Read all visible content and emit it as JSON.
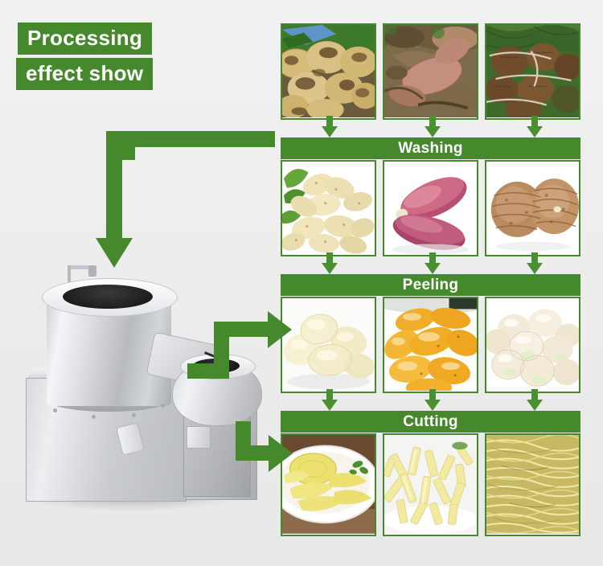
{
  "page": {
    "title_line1": "Processing",
    "title_line2": "effect show",
    "background_color": "#ececec",
    "brand_green": "#46892c"
  },
  "machine": {
    "label": "potato washing peeling cutting machine",
    "alt": "stainless steel potato peeler machine with cylindrical drum"
  },
  "flow": {
    "stages": [
      {
        "id": "raw",
        "label": "",
        "has_label_bar": false,
        "images": [
          {
            "name": "raw-potatoes",
            "caption": "raw potatoes in soil"
          },
          {
            "name": "raw-sweet-potatoes",
            "caption": "raw sweet potatoes in field"
          },
          {
            "name": "raw-taro",
            "caption": "raw taro roots"
          }
        ]
      },
      {
        "id": "washing",
        "label": "Washing",
        "has_label_bar": true,
        "images": [
          {
            "name": "washed-potatoes",
            "caption": "washed potatoes with leaves"
          },
          {
            "name": "washed-sweet-potatoes",
            "caption": "washed purple sweet potatoes"
          },
          {
            "name": "washed-taro",
            "caption": "washed taro"
          }
        ]
      },
      {
        "id": "peeling",
        "label": "Peeling",
        "has_label_bar": true,
        "images": [
          {
            "name": "peeled-potatoes",
            "caption": "peeled white potatoes"
          },
          {
            "name": "peeled-sweet-potatoes",
            "caption": "peeled orange sweet potatoes"
          },
          {
            "name": "peeled-taro",
            "caption": "peeled taro"
          }
        ]
      },
      {
        "id": "cutting",
        "label": "Cutting",
        "has_label_bar": true,
        "images": [
          {
            "name": "potato-slices",
            "caption": "potato slices on plate"
          },
          {
            "name": "potato-sticks",
            "caption": "potato sticks / french fry cut"
          },
          {
            "name": "potato-shreds",
            "caption": "shredded potato strips"
          }
        ]
      }
    ],
    "arrows": {
      "down_small": "down-arrow",
      "elbow_to_machine": "elbow-arrow-to-machine",
      "machine_to_peeling": "arrow-machine-to-peeling",
      "machine_to_cutting": "arrow-machine-to-cutting"
    }
  }
}
